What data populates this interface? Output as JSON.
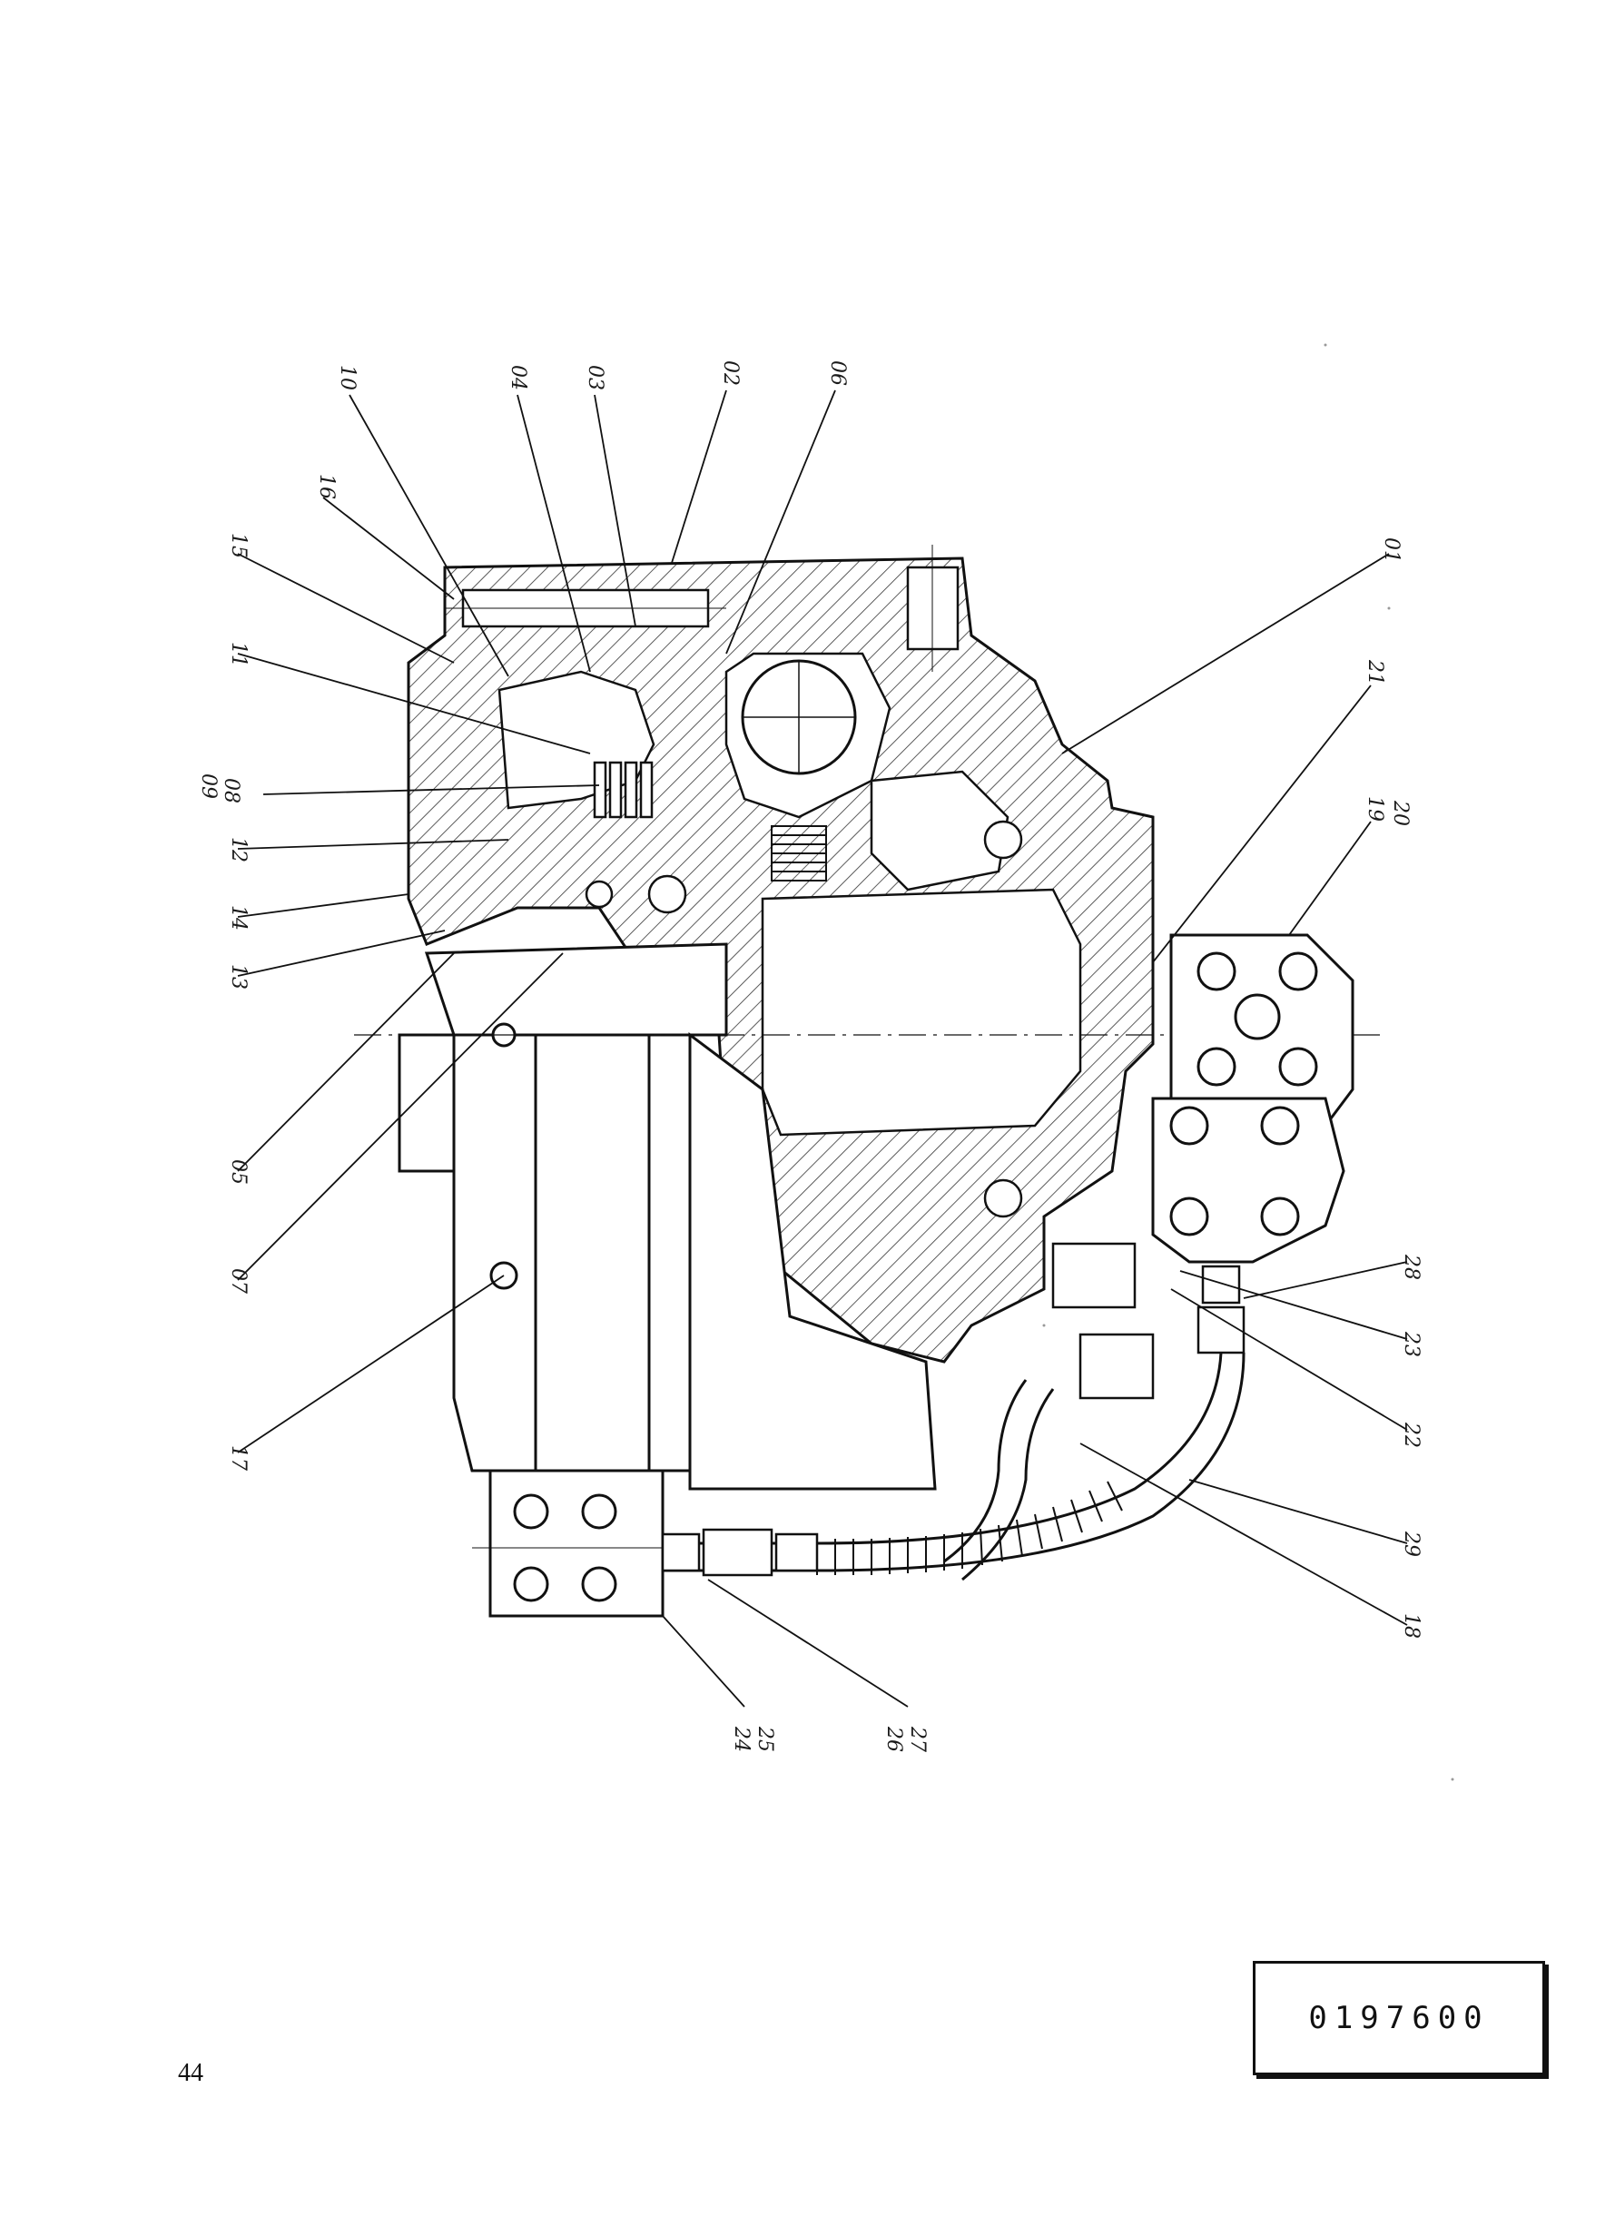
{
  "callouts": {
    "c01": "01",
    "c02": "02",
    "c03": "03",
    "c04": "04",
    "c05": "05",
    "c06": "06",
    "c07": "07",
    "c08": "08",
    "c09": "09",
    "c10": "10",
    "c11": "11",
    "c12": "12",
    "c13": "13",
    "c14": "14",
    "c15": "15",
    "c16": "16",
    "c17": "17",
    "c18": "18",
    "c19": "19",
    "c20": "20",
    "c21": "21",
    "c22": "22",
    "c23": "23",
    "c24": "24",
    "c25": "25",
    "c26": "26",
    "c27": "27",
    "c28": "28",
    "c29": "29"
  },
  "reference_number": "0197600",
  "page_number": "44"
}
